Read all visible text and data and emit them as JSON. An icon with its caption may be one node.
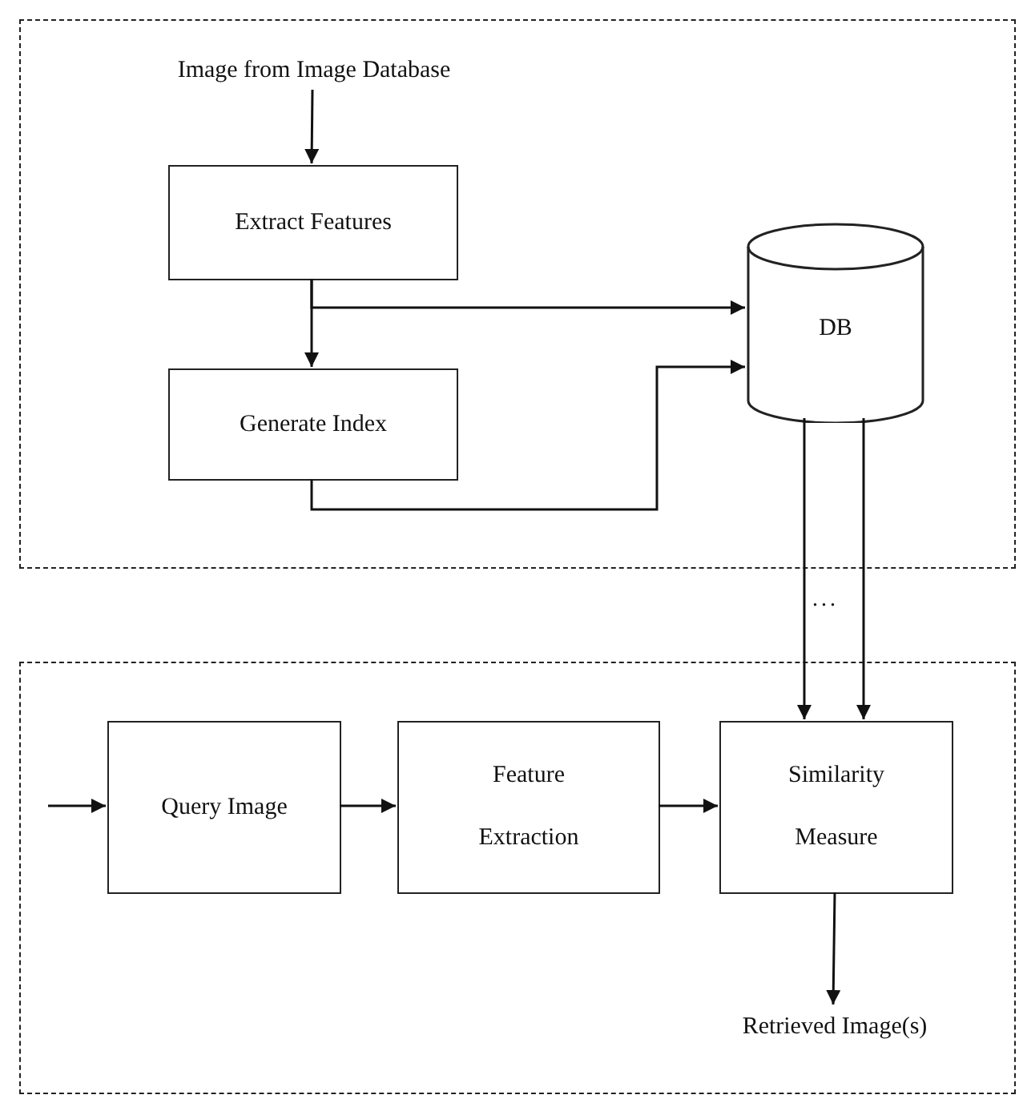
{
  "diagram": {
    "nodes": [
      {
        "text": [],
        "shape": "box"
      },
      {
        "text": [
          "Image from Image Database"
        ],
        "in": 0
      },
      {
        "text": [
          "Extract Features"
        ],
        "in": 0
      },
      {
        "text": [
          "Generate Index"
        ],
        "in": 0
      },
      {
        "text": [
          "DB"
        ],
        "in": 0
      },
      {
        "text": [],
        "shape": "box"
      },
      {
        "text": [
          "Query Image"
        ],
        "in": 5
      },
      {
        "text": [
          "Feature Extraction"
        ],
        "in": 5
      },
      {
        "text": [
          "Similarity Measure"
        ],
        "in": 5
      },
      {
        "text": [
          "Retrieved Image(s)"
        ],
        "in": 5
      }
    ],
    "edges": [
      {
        "from": 1,
        "to": 2,
        "arrow": "to"
      },
      {
        "from": 2,
        "to": 3,
        "arrow": "to"
      },
      {
        "from": 2,
        "to": 4,
        "arrow": "to"
      },
      {
        "from": 3,
        "to": 4,
        "arrow": "to"
      },
      {
        "from": 4,
        "to": 8,
        "arrow": "to"
      },
      {
        "from": 4,
        "to": 8,
        "arrow": "to"
      },
      {
        "from": null,
        "to": 6,
        "arrow": "to"
      },
      {
        "from": 6,
        "to": 7,
        "arrow": "to"
      },
      {
        "from": 7,
        "to": 8,
        "arrow": "to"
      },
      {
        "from": 8,
        "to": 9,
        "arrow": "to"
      }
    ],
    "labels": [
      "..."
    ]
  }
}
